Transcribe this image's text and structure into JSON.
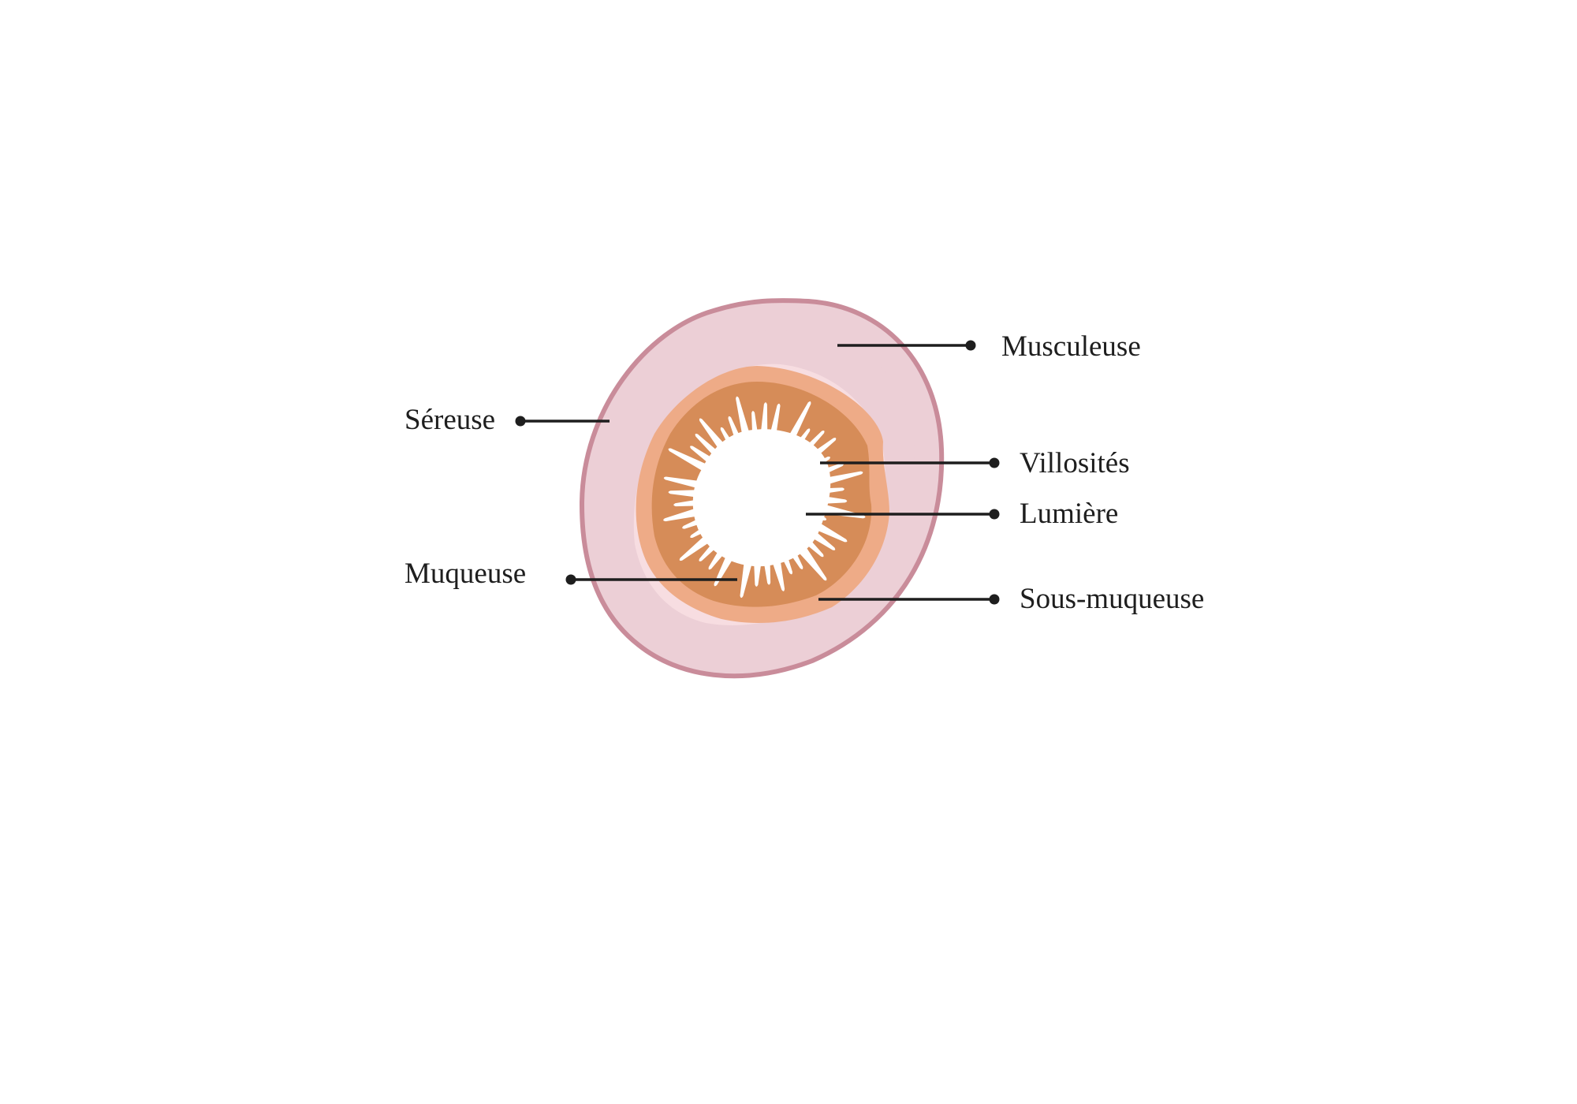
{
  "colors": {
    "serosa_outline": "#c98c9a",
    "muscularis": "#eccfd6",
    "submucosa": "#f7dde1",
    "mucosa_outer": "#eeab87",
    "mucosa_inner": "#d68c58",
    "lumen": "#ffffff",
    "leader": "#1e1e1e"
  },
  "labels": {
    "muscularis": "Musculeuse",
    "serosa": "Séreuse",
    "villi": "Villosités",
    "lumen": "Lumière",
    "mucosa": "Muqueuse",
    "submucosa": "Sous-muqueuse"
  }
}
